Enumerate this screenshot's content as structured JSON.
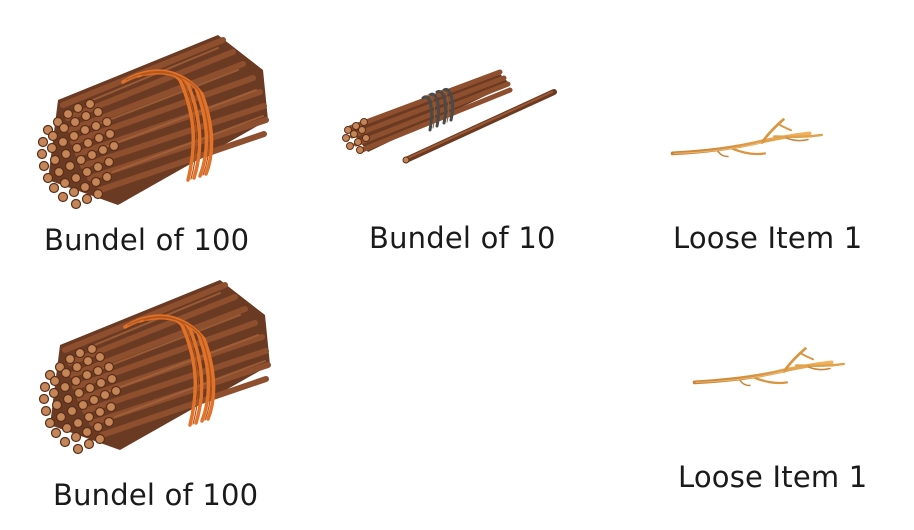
{
  "items": [
    {
      "label": "Bundel of 100",
      "icon": "big-bundle-icon"
    },
    {
      "label": "Bundel of 10",
      "icon": "small-bundle-icon"
    },
    {
      "label": "Loose Item 1",
      "icon": "twig-icon"
    },
    {
      "label": "Bundel of 100",
      "icon": "big-bundle-icon"
    },
    {
      "label": "Loose Item 1",
      "icon": "twig-icon"
    }
  ],
  "colors": {
    "stick_dark": "#6b3a22",
    "stick_mid": "#8a4a2b",
    "stick_light": "#a0603a",
    "stick_end": "#c98a5c",
    "rope": "#e0722a",
    "rope_dark": "#555555",
    "twig": "#e0a04c",
    "twig_dark": "#c8863a"
  }
}
